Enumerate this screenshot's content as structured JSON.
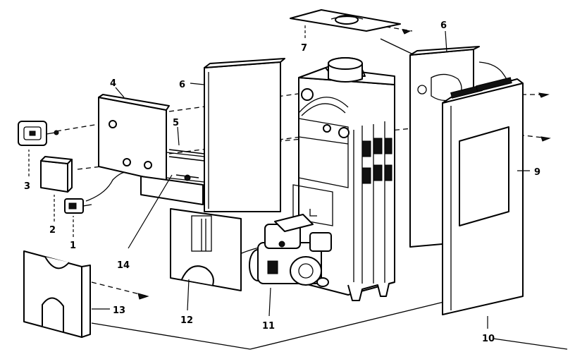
{
  "labels": {
    "p1": "1",
    "p2": "2",
    "p3": "3",
    "p4": "4",
    "p5": "5",
    "p6a": "6",
    "p6b": "6",
    "p7": "7",
    "p9": "9",
    "p10": "10",
    "p11": "11",
    "p12": "12",
    "p13": "13",
    "p14": "14"
  }
}
